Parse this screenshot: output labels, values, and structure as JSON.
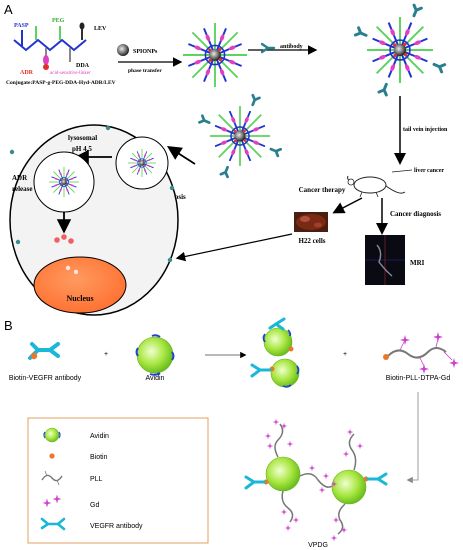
{
  "panel_a": {
    "label": "A",
    "conjugate": {
      "pasp": "PASP",
      "peg": "PEG",
      "lev": "LEV",
      "adr": "ADR",
      "linker": "acid-sensitive-linker",
      "dda": "DDA",
      "caption": "Conjugate:PASP-g-PEG-DDA-Hyd-ADR/LEV"
    },
    "spionps": "SPIONPs",
    "phase_transfer": "phase transfer",
    "antibody": "antibody",
    "tail_vein": "tail vein injection",
    "liver_cancer": "liver cancer",
    "cancer_therapy": "Cancer therapy",
    "cancer_diagnosis": "Cancer diagnosis",
    "h22_cells": "H22 cells",
    "mri": "MRI",
    "endocytosis": "Endocytosis",
    "lysosomal": "lysosomal",
    "ph": "pH 4.5",
    "adr_release_1": "ADR",
    "adr_release_2": "release",
    "nucleus": "Nucleus"
  },
  "panel_b": {
    "label": "B",
    "biotin_vegfr": "Biotin-VEGFR antibody",
    "avidin": "Avidin",
    "biotin_pll": "Biotin-PLL-DTPA-Gd",
    "plus": "+",
    "vpdg": "VPDG",
    "legend": [
      {
        "icon": "avidin",
        "label": "Avidin"
      },
      {
        "icon": "biotin",
        "label": "Biotin"
      },
      {
        "icon": "pll",
        "label": "PLL"
      },
      {
        "icon": "gd",
        "label": "Gd"
      },
      {
        "icon": "vegfr",
        "label": "VEGFR antibody"
      }
    ]
  },
  "colors": {
    "peg_green": "#5fd35f",
    "linker_magenta": "#e040c0",
    "antibody_teal": "#2a7f8f",
    "nucleus_orange": "#ff7f3f",
    "avidin_green": "#9be03c",
    "biotin_orange": "#e8782a",
    "gd_magenta": "#d040d0",
    "vegfr_cyan": "#1ab8d8",
    "legend_border": "#e0a060"
  }
}
